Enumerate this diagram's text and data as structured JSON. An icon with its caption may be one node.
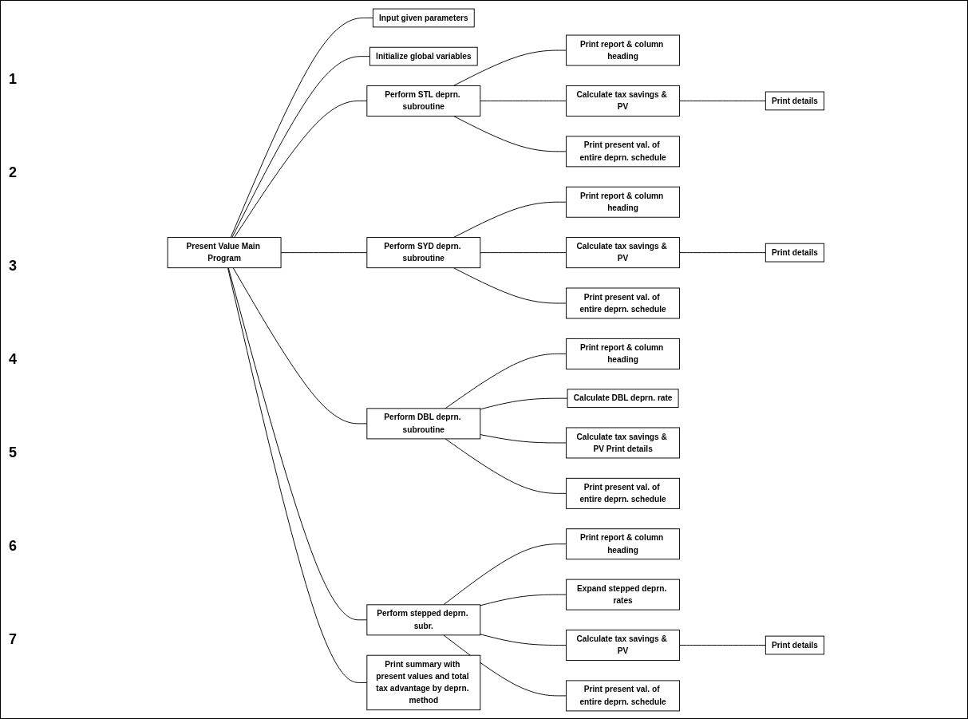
{
  "diagram": {
    "nodes": [
      {
        "text": [
          "Present Value Main Program"
        ]
      },
      {
        "text": [
          "Input given parameters"
        ]
      },
      {
        "text": [
          "Initialize global variables"
        ]
      },
      {
        "text": [
          "Perform STL deprn. subroutine"
        ]
      },
      {
        "text": [
          "Perform SYD deprn. subroutine"
        ]
      },
      {
        "text": [
          "Perform DBL deprn. subroutine"
        ]
      },
      {
        "text": [
          "Perform stepped deprn. subr."
        ]
      },
      {
        "text": [
          "Print summary with present values and total tax advantage by deprn. method"
        ]
      },
      {
        "text": [
          "Print report & column heading"
        ]
      },
      {
        "text": [
          "Calculate tax savings & PV"
        ]
      },
      {
        "text": [
          "Print details"
        ]
      },
      {
        "text": [
          "Print present val. of entire deprn. schedule"
        ]
      },
      {
        "text": [
          "Print report & column heading"
        ]
      },
      {
        "text": [
          "Calculate tax savings & PV"
        ]
      },
      {
        "text": [
          "Print details"
        ]
      },
      {
        "text": [
          "Print present val. of entire deprn. schedule"
        ]
      },
      {
        "text": [
          "Print report & column heading"
        ]
      },
      {
        "text": [
          "Calculate DBL deprn. rate"
        ]
      },
      {
        "text": [
          "Calculate tax savings & PV Print details"
        ]
      },
      {
        "text": [
          "Print present val. of entire deprn. schedule"
        ]
      },
      {
        "text": [
          "Print report & column heading"
        ]
      },
      {
        "text": [
          "Expand stepped deprn. rates"
        ]
      },
      {
        "text": [
          "Calculate tax savings & PV"
        ]
      },
      {
        "text": [
          "Print details"
        ]
      },
      {
        "text": [
          "Print present val. of entire deprn. schedule"
        ]
      }
    ],
    "edges": [
      {
        "from": 0,
        "to": 1,
        "arrow": "none"
      },
      {
        "from": 0,
        "to": 2,
        "arrow": "none"
      },
      {
        "from": 0,
        "to": 3,
        "arrow": "none"
      },
      {
        "from": 0,
        "to": 4,
        "arrow": "none"
      },
      {
        "from": 0,
        "to": 5,
        "arrow": "none"
      },
      {
        "from": 0,
        "to": 6,
        "arrow": "none"
      },
      {
        "from": 0,
        "to": 7,
        "arrow": "none"
      },
      {
        "from": 3,
        "to": 8,
        "arrow": "none"
      },
      {
        "from": 3,
        "to": 9,
        "arrow": "none"
      },
      {
        "from": 3,
        "to": 11,
        "arrow": "none"
      },
      {
        "from": 9,
        "to": 10,
        "arrow": "none"
      },
      {
        "from": 4,
        "to": 12,
        "arrow": "none"
      },
      {
        "from": 4,
        "to": 13,
        "arrow": "none"
      },
      {
        "from": 4,
        "to": 15,
        "arrow": "none"
      },
      {
        "from": 13,
        "to": 14,
        "arrow": "none"
      },
      {
        "from": 5,
        "to": 16,
        "arrow": "none"
      },
      {
        "from": 5,
        "to": 17,
        "arrow": "none"
      },
      {
        "from": 5,
        "to": 18,
        "arrow": "none"
      },
      {
        "from": 5,
        "to": 19,
        "arrow": "none"
      },
      {
        "from": 6,
        "to": 20,
        "arrow": "none"
      },
      {
        "from": 6,
        "to": 21,
        "arrow": "none"
      },
      {
        "from": 6,
        "to": 22,
        "arrow": "none"
      },
      {
        "from": 6,
        "to": 24,
        "arrow": "none"
      },
      {
        "from": 22,
        "to": 23,
        "arrow": "none"
      }
    ],
    "labels": [
      "1",
      "2",
      "3",
      "4",
      "5",
      "6",
      "7"
    ]
  }
}
